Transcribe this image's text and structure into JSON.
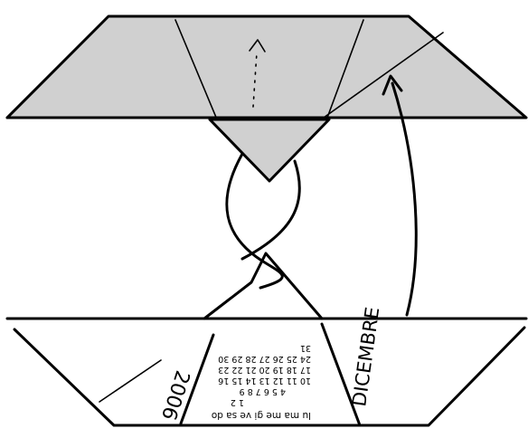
{
  "colors": {
    "fold_fill": "#d0d0d0",
    "ink": "#000000",
    "paper": "#ffffff"
  },
  "calendar": {
    "year": "2006",
    "month": "DICEMBRE",
    "weekday_header": "lu ma me gi ve sa do",
    "rows": [
      "1 2",
      "4 5 6 7 8 9",
      "10 11 12 13 14 15 16",
      "17 18 19 20 21 22 23",
      "24 25 26 27 28 29 30",
      "31"
    ]
  },
  "icons": [
    "fold-arrow-dotted",
    "fold-arrow-curved-left",
    "fold-arrow-curved-right"
  ]
}
